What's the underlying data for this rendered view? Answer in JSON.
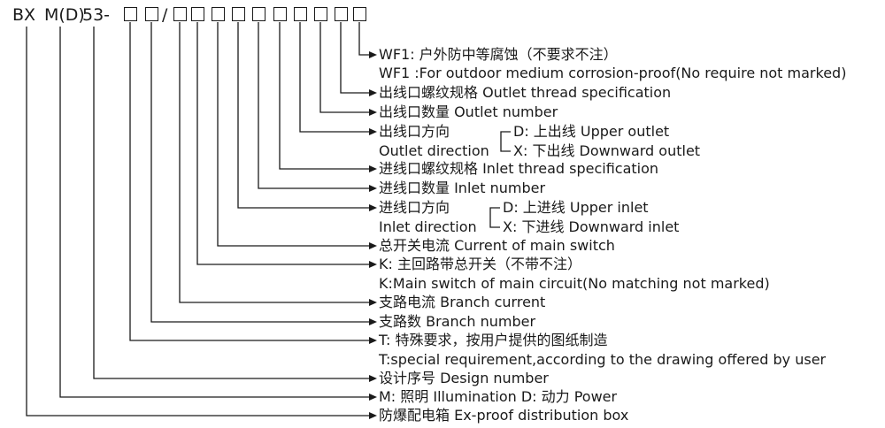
{
  "code": {
    "part_bx": "BX",
    "part_m": "M(D)",
    "part_53": "53-",
    "slash": "/"
  },
  "labels": {
    "wf1_cn": "WF1: 户外防中等腐蚀（不要求不注）",
    "wf1_en": "WF1 :For outdoor medium corrosion-proof(No require not marked)",
    "outlet_thread": "出线口螺纹规格 Outlet thread specification",
    "outlet_number": "出线口数量 Outlet number",
    "outlet_dir_cn": "出线口方向",
    "outlet_dir_en": "Outlet direction",
    "outlet_up": "D: 上出线 Upper outlet",
    "outlet_down": "X: 下出线 Downward outlet",
    "inlet_thread": "进线口螺纹规格 Inlet thread specification",
    "inlet_number": "进线口数量 Inlet number",
    "inlet_dir_cn": "进线口方向",
    "inlet_dir_en": "Inlet direction",
    "inlet_up": "D: 上进线 Upper inlet",
    "inlet_down": "X: 下进线 Downward inlet",
    "main_current": "总开关电流 Current of main switch",
    "k_cn": "K: 主回路带总开关（不带不注）",
    "k_en": "K:Main switch of main circuit(No matching not marked)",
    "branch_current": "支路电流 Branch current",
    "branch_number": "支路数 Branch number",
    "t_cn": "T: 特殊要求，按用户提供的图纸制造",
    "t_en": "T:special requirement,according to the drawing offered by user",
    "design_number": "设计序号 Design number",
    "m_cn": "M: 照明 Illumination D: 动力 Power",
    "ex_box": "防爆配电箱 Ex-proof distribution box"
  }
}
